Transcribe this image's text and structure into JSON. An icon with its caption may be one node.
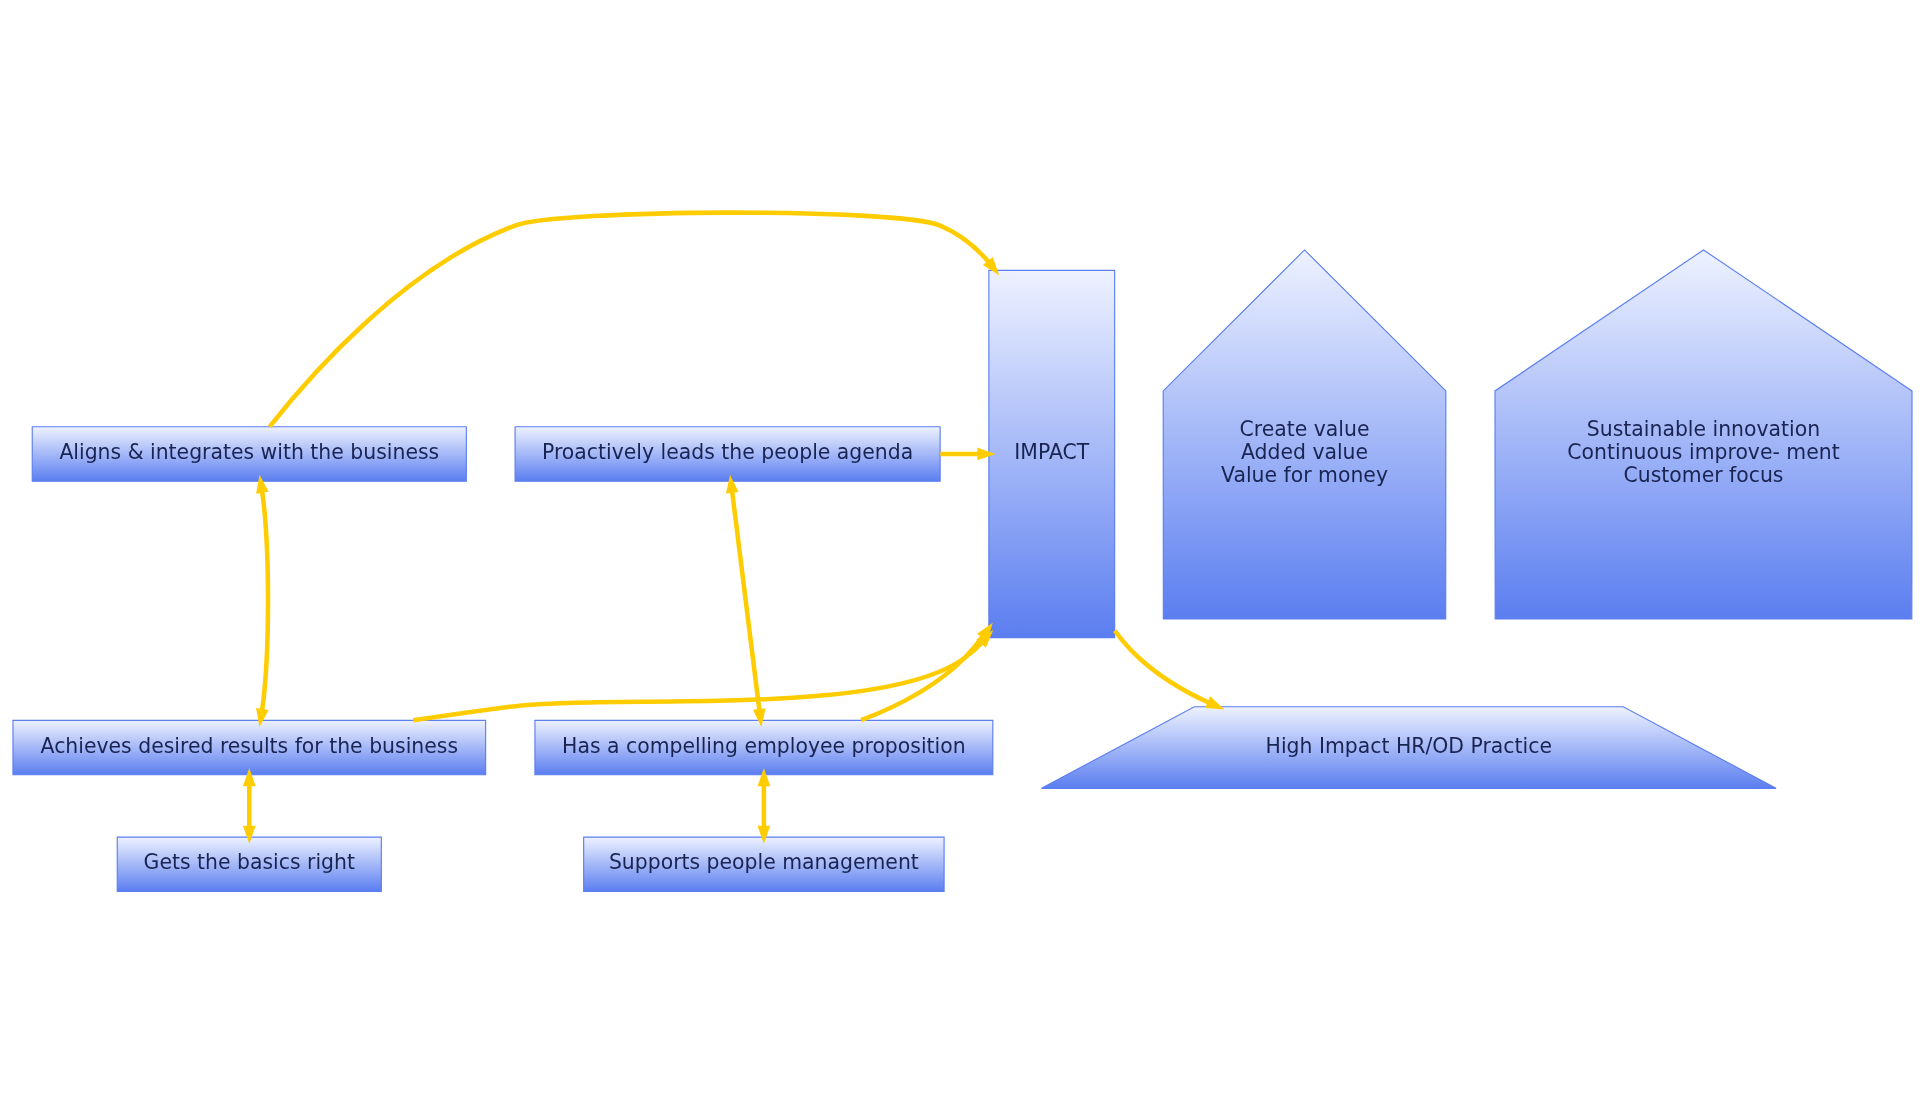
{
  "diagram": {
    "nodes": [
      {
        "text": [
          "High Impact HR/OD Practice"
        ]
      },
      {
        "text": [
          "IMPACT"
        ]
      },
      {
        "text": [
          "Aligns & integrates with the business"
        ]
      },
      {
        "text": [
          "Proactively leads the people agenda"
        ]
      },
      {
        "text": [
          "Achieves desired results for the business"
        ]
      },
      {
        "text": [
          "Has a compelling employee proposition"
        ]
      },
      {
        "text": [
          "Gets the basics right"
        ]
      },
      {
        "text": [
          "Supports people management"
        ]
      },
      {
        "text": [
          "Create value",
          "Added value",
          "Value for money"
        ]
      },
      {
        "text": [
          "Sustainable innovation",
          "Continuous improve- ment",
          "Customer focus"
        ]
      }
    ],
    "edges": [
      {
        "from": 1,
        "to": 0,
        "arrow": "to"
      },
      {
        "from": 2,
        "to": 1,
        "arrow": "to"
      },
      {
        "from": 3,
        "to": 1,
        "arrow": "to"
      },
      {
        "from": 4,
        "to": 1,
        "arrow": "to"
      },
      {
        "from": 5,
        "to": 1,
        "arrow": "to"
      },
      {
        "from": 2,
        "to": 4,
        "arrow": "both"
      },
      {
        "from": 3,
        "to": 5,
        "arrow": "both"
      },
      {
        "from": 4,
        "to": 6,
        "arrow": "both"
      },
      {
        "from": 5,
        "to": 7,
        "arrow": "both"
      }
    ]
  }
}
